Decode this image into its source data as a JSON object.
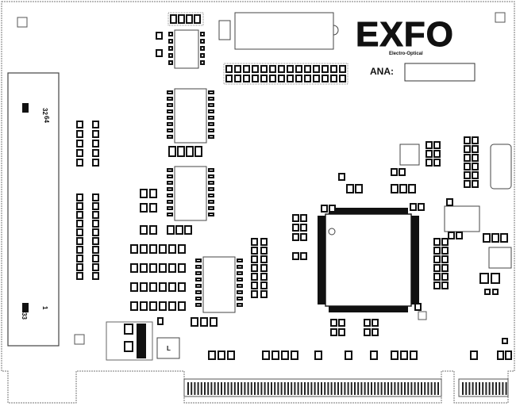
{
  "logo": {
    "brand": "EXFO",
    "tagline": "Electro-Optical"
  },
  "ana_label": "ANA:",
  "connector": {
    "top_marks": [
      "32",
      "64"
    ],
    "bottom_marks": [
      "33",
      "1"
    ]
  },
  "jumper_label": "L",
  "colors": {
    "board_outline": "#777777",
    "ink": "#111111",
    "pad": "#ffffff",
    "background": "#ffffff"
  }
}
